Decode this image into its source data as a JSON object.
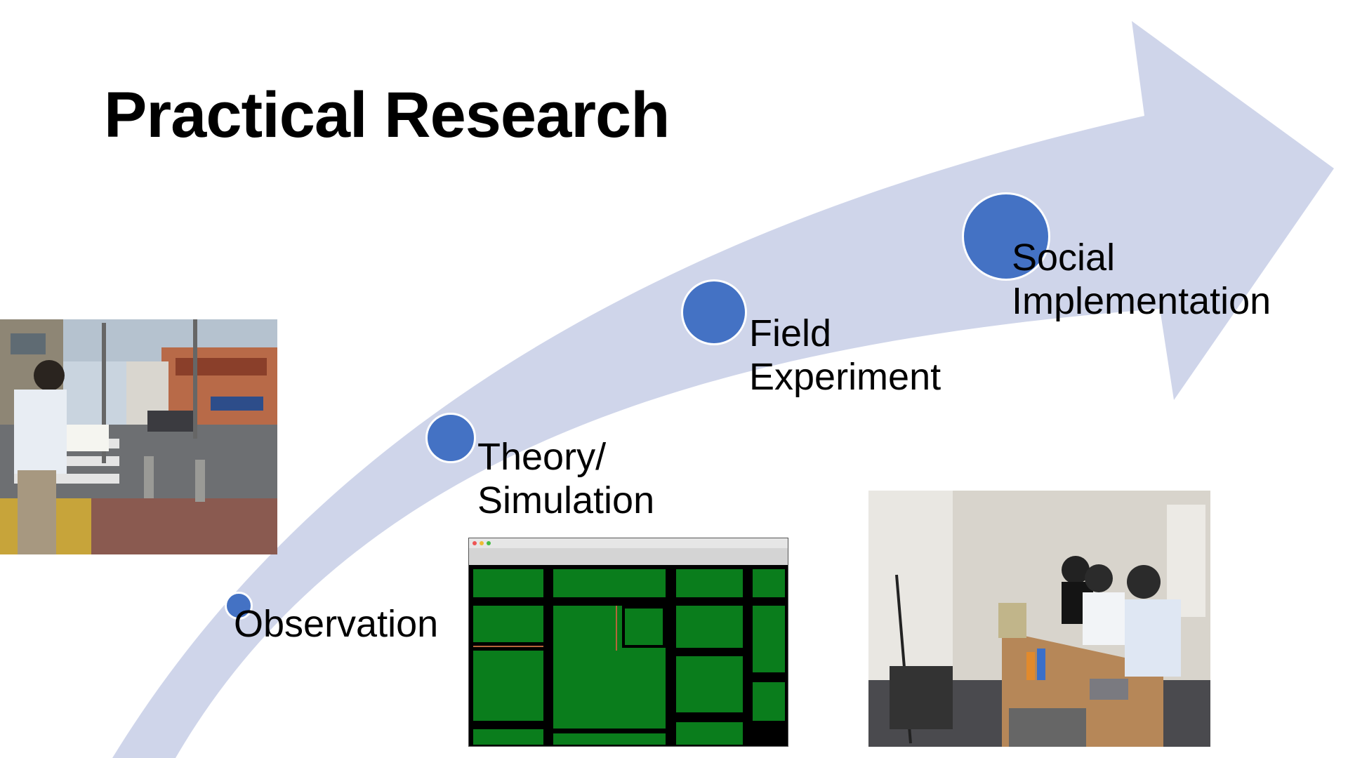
{
  "slide": {
    "title": "Practical Research",
    "arrow_color": "#cfd5ea",
    "dot_color": "#4472c4"
  },
  "stages": [
    {
      "line1": "Observation",
      "line2": ""
    },
    {
      "line1": "Theory/",
      "line2": "Simulation"
    },
    {
      "line1": "Field",
      "line2": "Experiment"
    },
    {
      "line1": "Social",
      "line2": "Implementation"
    }
  ],
  "photos": {
    "observation": {
      "description_icon": "street-photo-icon"
    },
    "simulation": {
      "window_title": "sumo simulation",
      "description_icon": "simulation-grid-icon"
    },
    "lab": {
      "description_icon": "lab-photo-icon"
    }
  }
}
